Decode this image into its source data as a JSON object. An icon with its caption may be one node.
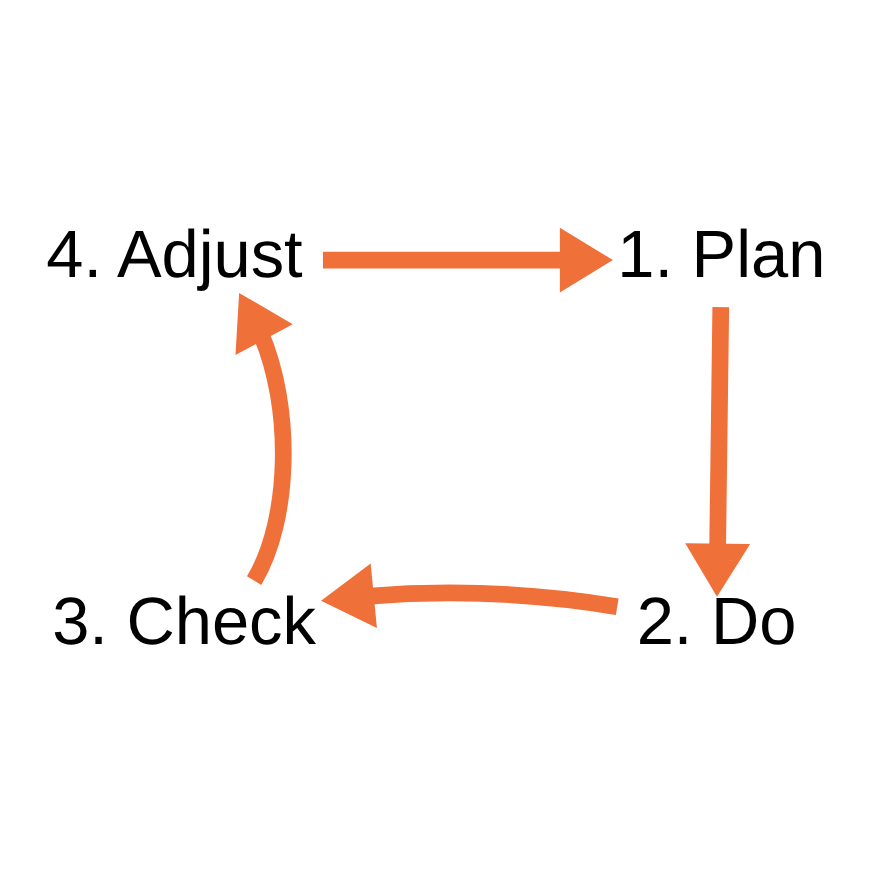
{
  "diagram": {
    "nodes": [
      {
        "text": [
          "1. Plan"
        ]
      },
      {
        "text": [
          "2. Do"
        ]
      },
      {
        "text": [
          "3. Check"
        ]
      },
      {
        "text": [
          "4. Adjust"
        ]
      }
    ],
    "edges": [
      {
        "from": 3,
        "to": 0,
        "arrow": "to"
      },
      {
        "from": 0,
        "to": 1,
        "arrow": "to"
      },
      {
        "from": 1,
        "to": 2,
        "arrow": "to"
      },
      {
        "from": 2,
        "to": 3,
        "arrow": "to"
      }
    ]
  }
}
